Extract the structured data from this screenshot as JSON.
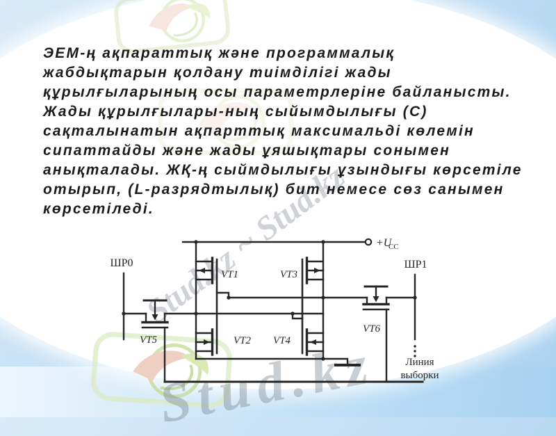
{
  "slide": {
    "lines": [
      "ЭЕМ-ң  ақпараттық және программалық",
      "жабдықтарын қолдану тиімділігі жады",
      "құрылғыларының осы параметрлеріне  байланысты.",
      "Жады құрылғылары-ның сыйымдылығы  (С)",
      "сақталынатын  ақпарттық  максимальді  көлемін",
      "сипаттайды және  жады  ұяшықтары сонымен",
      "анықталады. ЖҚ-ң сыймдылығы ұзындығы көрсетіле",
      "отырып,  (L-разрядтылық) бит немесе сөз санымен",
      "көрсетіледі."
    ]
  },
  "circuit": {
    "bitline_left": "ШР0",
    "bitline_right": "ШР1",
    "power_plus_u": "+U",
    "power_sub": "CC",
    "vt1": "VT1",
    "vt2": "VT2",
    "vt3": "VT3",
    "vt4": "VT4",
    "vt5": "VT5",
    "vt6": "VT6",
    "select_line_word1": "Линия",
    "select_line_word2": "выборки"
  },
  "watermarks": {
    "diagonal": "Stud.kz ~ Stud.kz",
    "bottom": "Stud.kz"
  },
  "colors": {
    "circuit_ink": "#262626",
    "text_ink": "#1b1b1b",
    "background_blue": "#abd2ef"
  }
}
